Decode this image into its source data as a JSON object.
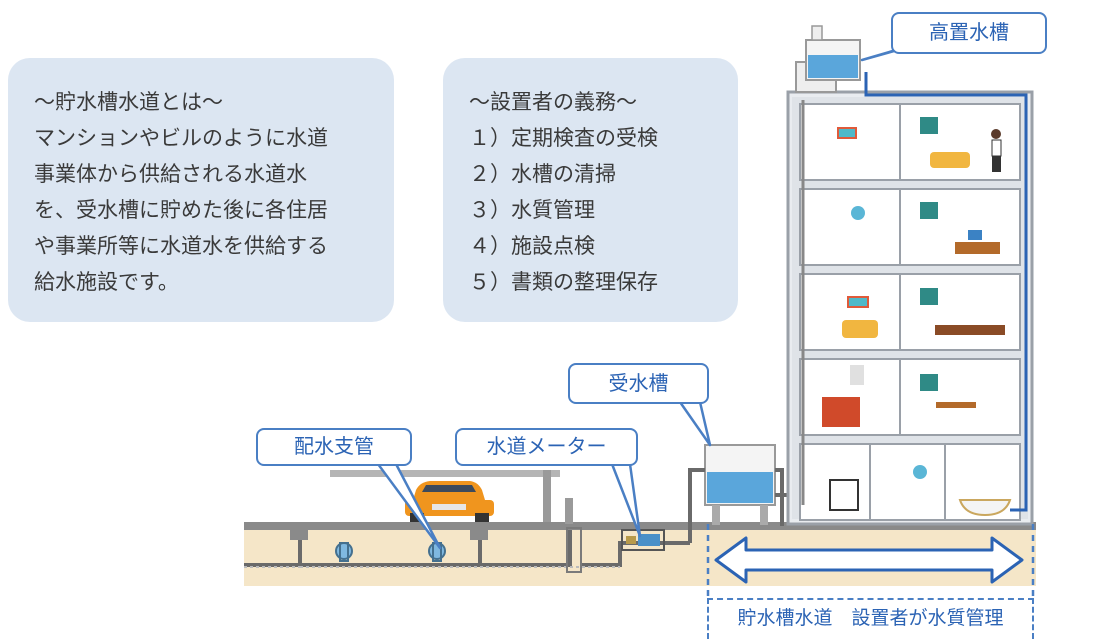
{
  "what_box": {
    "lines": [
      "～貯水槽水道とは～",
      "マンションやビルのように水道",
      "事業体から供給される水道水",
      "を、受水槽に貯めた後に各住居",
      "や事業所等に水道水を供給する",
      "給水施設です。"
    ]
  },
  "duty_box": {
    "lines": [
      "～設置者の義務～",
      "１）定期検査の受検",
      "２）水槽の清掃",
      "３）水質管理",
      "４）施設点検",
      "５）書類の整理保存"
    ]
  },
  "labels": {
    "elevated_tank": "高置水槽",
    "receiving_tank": "受水槽",
    "distribution_pipe": "配水支管",
    "water_meter": "水道メーター",
    "footer": "貯水槽水道　設置者が水質管理"
  },
  "colors": {
    "accent": "#4a7fc4",
    "box_bg": "#dce6f2",
    "ground": "#f5e6c8",
    "arrow": "#2b63b4"
  }
}
